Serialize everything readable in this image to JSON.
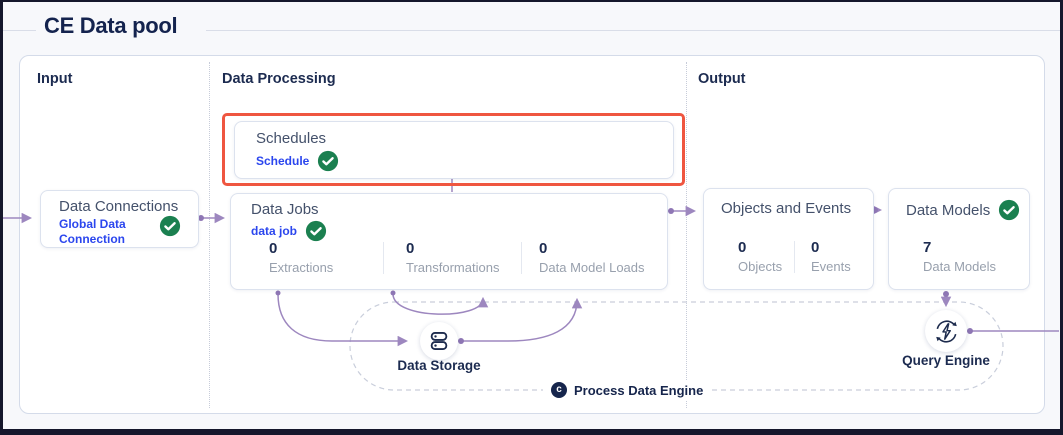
{
  "title": "CE Data pool",
  "sections": {
    "input": {
      "heading": "Input"
    },
    "processing": {
      "heading": "Data Processing"
    },
    "output": {
      "heading": "Output"
    }
  },
  "cards": {
    "data_connections": {
      "title": "Data Connections",
      "link_label": "Global Data Connection"
    },
    "schedules": {
      "title": "Schedules",
      "link_label": "Schedule"
    },
    "data_jobs": {
      "title": "Data Jobs",
      "link_label": "data job",
      "stats": [
        {
          "value": "0",
          "label": "Extractions"
        },
        {
          "value": "0",
          "label": "Transformations"
        },
        {
          "value": "0",
          "label": "Data Model Loads"
        }
      ]
    },
    "objects_and_events": {
      "title": "Objects and Events",
      "stats": [
        {
          "value": "0",
          "label": "Objects"
        },
        {
          "value": "0",
          "label": "Events"
        }
      ]
    },
    "data_models": {
      "title": "Data Models",
      "stats": [
        {
          "value": "7",
          "label": "Data Models"
        }
      ]
    }
  },
  "engine_layer": {
    "data_storage_label": "Data Storage",
    "process_data_engine_label": "Process Data Engine",
    "query_engine_label": "Query Engine",
    "process_icon_letter": "c"
  },
  "colors": {
    "accent_blue": "#2b46ee",
    "success_green": "#1b8050",
    "connector_purple": "#9d87bf",
    "highlight_red": "#ef5640",
    "navy_text": "#16254e"
  }
}
